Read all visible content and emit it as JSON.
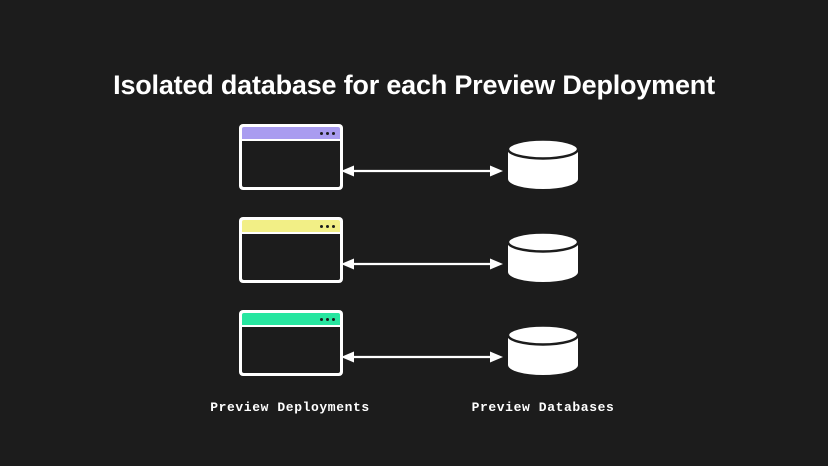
{
  "slide": {
    "title": "Isolated database for each Preview Deployment",
    "background_color": "#1c1c1c",
    "text_color": "#ffffff"
  },
  "diagram": {
    "type": "pairing-diagram",
    "left_column_caption": "Preview Deployments",
    "right_column_caption": "Preview Databases",
    "rows": [
      {
        "index": 1,
        "deployment": {
          "icon": "browser-window-icon",
          "titlebar_color": "#a99cf0",
          "frame_color": "#ffffff",
          "body_color": "#1c1c1c",
          "dot_count": 3
        },
        "link": {
          "icon": "double-arrow-icon",
          "direction": "bidirectional",
          "color": "#ffffff"
        },
        "database": {
          "icon": "database-cylinder-icon",
          "fill_color": "#ffffff",
          "stroke_color": "#1c1c1c"
        }
      },
      {
        "index": 2,
        "deployment": {
          "icon": "browser-window-icon",
          "titlebar_color": "#f2ef86",
          "frame_color": "#ffffff",
          "body_color": "#1c1c1c",
          "dot_count": 3
        },
        "link": {
          "icon": "double-arrow-icon",
          "direction": "bidirectional",
          "color": "#ffffff"
        },
        "database": {
          "icon": "database-cylinder-icon",
          "fill_color": "#ffffff",
          "stroke_color": "#1c1c1c"
        }
      },
      {
        "index": 3,
        "deployment": {
          "icon": "browser-window-icon",
          "titlebar_color": "#27e6a0",
          "frame_color": "#ffffff",
          "body_color": "#1c1c1c",
          "dot_count": 3
        },
        "link": {
          "icon": "double-arrow-icon",
          "direction": "bidirectional",
          "color": "#ffffff"
        },
        "database": {
          "icon": "database-cylinder-icon",
          "fill_color": "#ffffff",
          "stroke_color": "#1c1c1c"
        }
      }
    ]
  }
}
